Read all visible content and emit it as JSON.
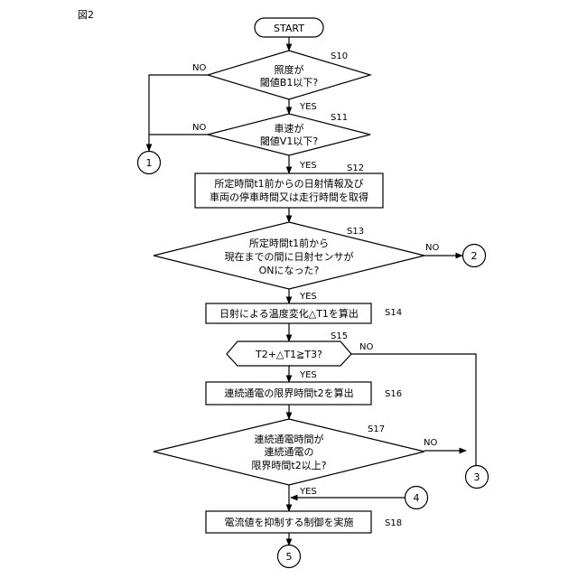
{
  "figure_label": "図2",
  "start": "START",
  "steps": {
    "s10": {
      "id": "S10",
      "lines": [
        "照度が",
        "閾値B1以下?"
      ]
    },
    "s11": {
      "id": "S11",
      "lines": [
        "車速が",
        "閾値V1以下?"
      ]
    },
    "s12": {
      "id": "S12",
      "lines": [
        "所定時間t1前からの日射情報及び",
        "車両の停車時間又は走行時間を取得"
      ]
    },
    "s13": {
      "id": "S13",
      "lines": [
        "所定時間t1前から",
        "現在までの間に日射センサが",
        "ONになった?"
      ]
    },
    "s14": {
      "id": "S14",
      "lines": [
        "日射による温度変化△T1を算出"
      ]
    },
    "s15": {
      "id": "S15",
      "lines": [
        "T2+△T1≧T3?"
      ]
    },
    "s16": {
      "id": "S16",
      "lines": [
        "連続通電の限界時間t2を算出"
      ]
    },
    "s17": {
      "id": "S17",
      "lines": [
        "連続通電時間が",
        "連続通電の",
        "限界時間t2以上?"
      ]
    },
    "s18": {
      "id": "S18",
      "lines": [
        "電流値を抑制する制御を実施"
      ]
    }
  },
  "labels": {
    "yes": "YES",
    "no": "NO"
  },
  "connectors": {
    "c1": "1",
    "c2": "2",
    "c3": "3",
    "c4": "4",
    "c5": "5"
  }
}
